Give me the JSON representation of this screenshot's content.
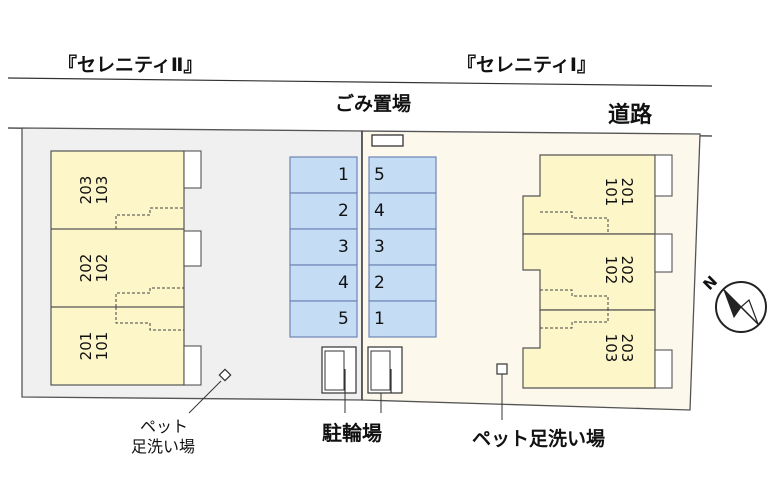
{
  "labels": {
    "building_left_title": "『セレニティⅡ』",
    "building_right_title": "『セレニティⅠ』",
    "garbage": "ごみ置場",
    "road": "道路",
    "pet_wash_left_line1": "ペット",
    "pet_wash_left_line2": "足洗い場",
    "bike_parking": "駐輪場",
    "pet_wash_right": "ペット足洗い場",
    "compass_n": "N"
  },
  "left_building": {
    "units": [
      {
        "upper": "203",
        "lower": "103"
      },
      {
        "upper": "202",
        "lower": "102"
      },
      {
        "upper": "201",
        "lower": "101"
      }
    ]
  },
  "right_building": {
    "units": [
      {
        "upper": "201",
        "lower": "101"
      },
      {
        "upper": "202",
        "lower": "102"
      },
      {
        "upper": "203",
        "lower": "103"
      }
    ]
  },
  "parking": {
    "left_numbers": [
      "1",
      "2",
      "3",
      "4",
      "5"
    ],
    "right_numbers": [
      "5",
      "4",
      "3",
      "2",
      "1"
    ]
  },
  "colors": {
    "left_lot": "#f0f0f0",
    "right_lot": "#fcf8ec",
    "unit_fill": "#fcf6c8",
    "parking_fill": "#c4dcf4",
    "parking_stroke": "#6f86b6"
  }
}
